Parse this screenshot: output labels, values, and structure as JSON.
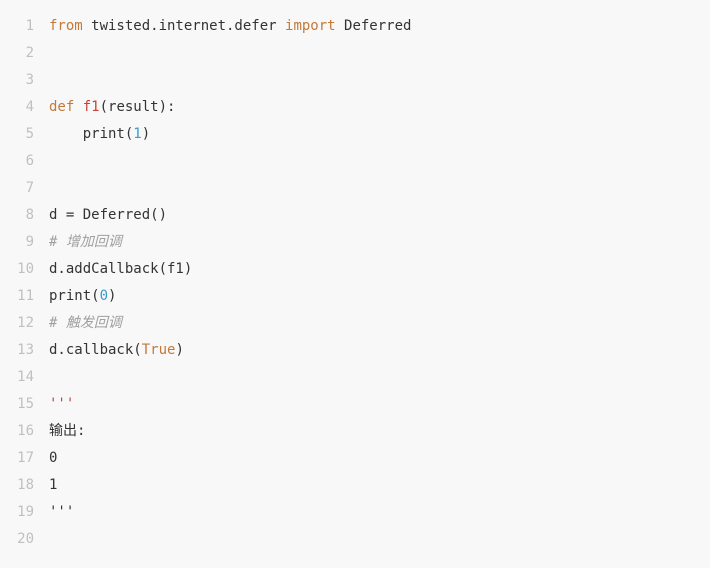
{
  "editor": {
    "lines": [
      {
        "number": "1",
        "tokens": [
          {
            "t": "from",
            "k": "keyword"
          },
          {
            "t": " twisted.internet.defer ",
            "k": "plain"
          },
          {
            "t": "import",
            "k": "keyword"
          },
          {
            "t": " Deferred",
            "k": "plain"
          }
        ]
      },
      {
        "number": "2",
        "tokens": []
      },
      {
        "number": "3",
        "tokens": []
      },
      {
        "number": "4",
        "tokens": [
          {
            "t": "def",
            "k": "keyword"
          },
          {
            "t": " ",
            "k": "plain"
          },
          {
            "t": "f1",
            "k": "func"
          },
          {
            "t": "(result):",
            "k": "plain"
          }
        ]
      },
      {
        "number": "5",
        "tokens": [
          {
            "t": "    print(",
            "k": "plain"
          },
          {
            "t": "1",
            "k": "number"
          },
          {
            "t": ")",
            "k": "plain"
          }
        ]
      },
      {
        "number": "6",
        "tokens": []
      },
      {
        "number": "7",
        "tokens": []
      },
      {
        "number": "8",
        "tokens": [
          {
            "t": "d = Deferred()",
            "k": "plain"
          }
        ]
      },
      {
        "number": "9",
        "tokens": [
          {
            "t": "# 增加回调",
            "k": "comment"
          }
        ]
      },
      {
        "number": "10",
        "tokens": [
          {
            "t": "d.addCallback(f1)",
            "k": "plain"
          }
        ]
      },
      {
        "number": "11",
        "tokens": [
          {
            "t": "print(",
            "k": "plain"
          },
          {
            "t": "0",
            "k": "number"
          },
          {
            "t": ")",
            "k": "plain"
          }
        ]
      },
      {
        "number": "12",
        "tokens": [
          {
            "t": "# 触发回调",
            "k": "comment"
          }
        ]
      },
      {
        "number": "13",
        "tokens": [
          {
            "t": "d.callback(",
            "k": "plain"
          },
          {
            "t": "True",
            "k": "builtin"
          },
          {
            "t": ")",
            "k": "plain"
          }
        ]
      },
      {
        "number": "14",
        "tokens": []
      },
      {
        "number": "15",
        "tokens": [
          {
            "t": "'''",
            "k": "string"
          }
        ]
      },
      {
        "number": "16",
        "tokens": [
          {
            "t": "输出:",
            "k": "plain"
          }
        ]
      },
      {
        "number": "17",
        "tokens": [
          {
            "t": "0",
            "k": "plain"
          }
        ]
      },
      {
        "number": "18",
        "tokens": [
          {
            "t": "1",
            "k": "plain"
          }
        ]
      },
      {
        "number": "19",
        "tokens": [
          {
            "t": "'''",
            "k": "plain"
          }
        ]
      },
      {
        "number": "20",
        "tokens": []
      }
    ]
  },
  "colors": {
    "background": "#f8f8f8",
    "line_number": "#c0c0c0",
    "keyword": "#c2793a",
    "function_name": "#c8413b",
    "number": "#3a9bc8",
    "comment": "#a0a0a0",
    "text": "#333333"
  }
}
